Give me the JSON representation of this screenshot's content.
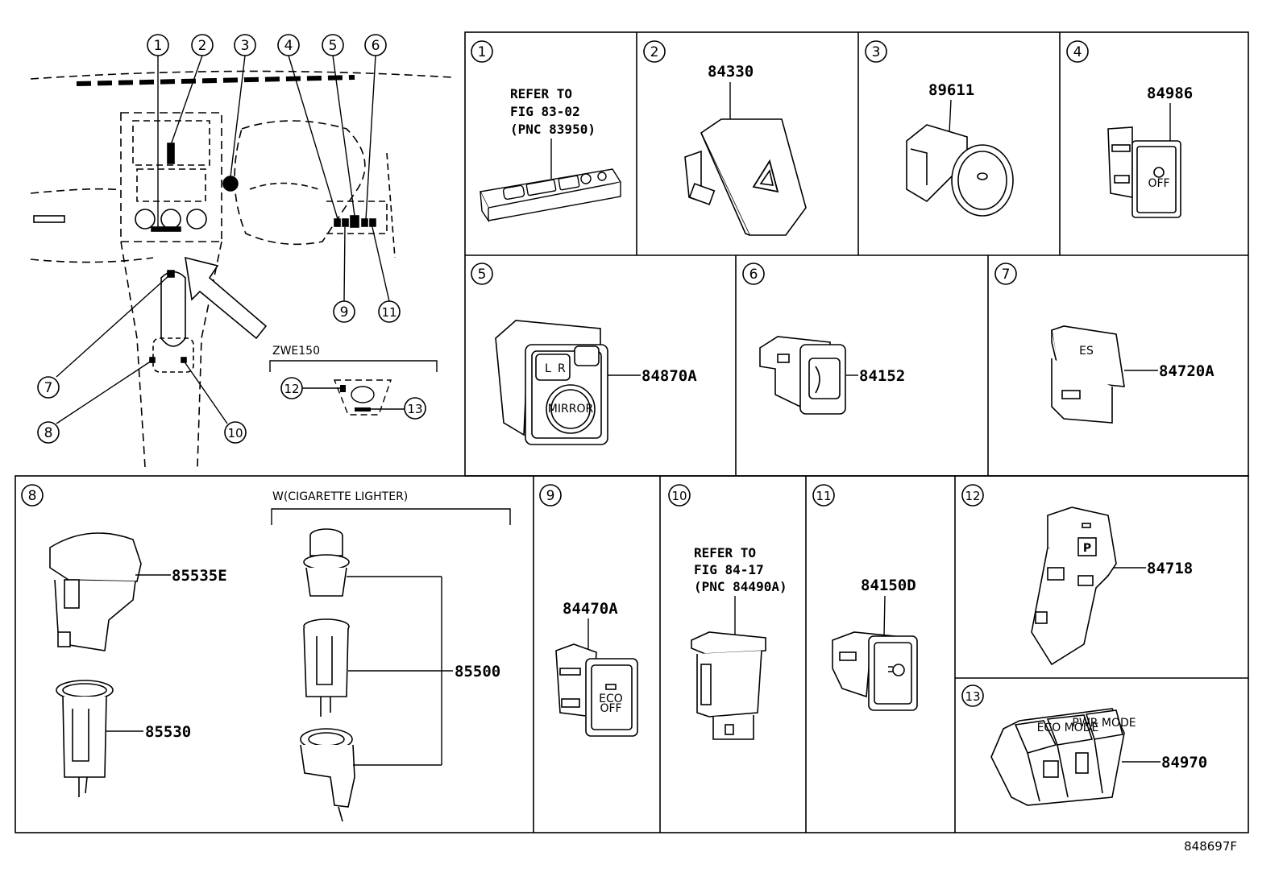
{
  "figure_id": "848697F",
  "overview": {
    "callouts_top": [
      "1",
      "2",
      "3",
      "4",
      "5",
      "6"
    ],
    "callouts_bottom": [
      "9",
      "11"
    ],
    "callouts_left": [
      "7",
      "8",
      "10"
    ],
    "variant_label": "ZWE150",
    "variant_callouts": [
      "12",
      "13"
    ]
  },
  "cells": [
    {
      "num": "1",
      "note": [
        "REFER TO",
        "FIG 83-02",
        "(PNC 83950)"
      ]
    },
    {
      "num": "2",
      "part": "84330"
    },
    {
      "num": "3",
      "part": "89611"
    },
    {
      "num": "4",
      "part": "84986"
    },
    {
      "num": "5",
      "part": "84870A"
    },
    {
      "num": "6",
      "part": "84152"
    },
    {
      "num": "7",
      "part": "84720A"
    },
    {
      "num": "8",
      "parts": [
        "85535E",
        "85530"
      ],
      "sub_label": "W(CIGARETTE LIGHTER)",
      "sub_part": "85500"
    },
    {
      "num": "9",
      "part": "84470A"
    },
    {
      "num": "10",
      "note": [
        "REFER TO",
        "FIG 84-17",
        "(PNC 84490A)"
      ]
    },
    {
      "num": "11",
      "part": "84150D"
    },
    {
      "num": "12",
      "part": "84718"
    },
    {
      "num": "13",
      "part": "84970"
    }
  ],
  "switch_text": {
    "mirror": "MIRROR",
    "l": "L",
    "r": "R",
    "eco": "ECO",
    "off": "OFF",
    "eco_mode": "ECO MODE",
    "pwr_mode": "PWR MODE",
    "p": "P",
    "es": "ES"
  }
}
